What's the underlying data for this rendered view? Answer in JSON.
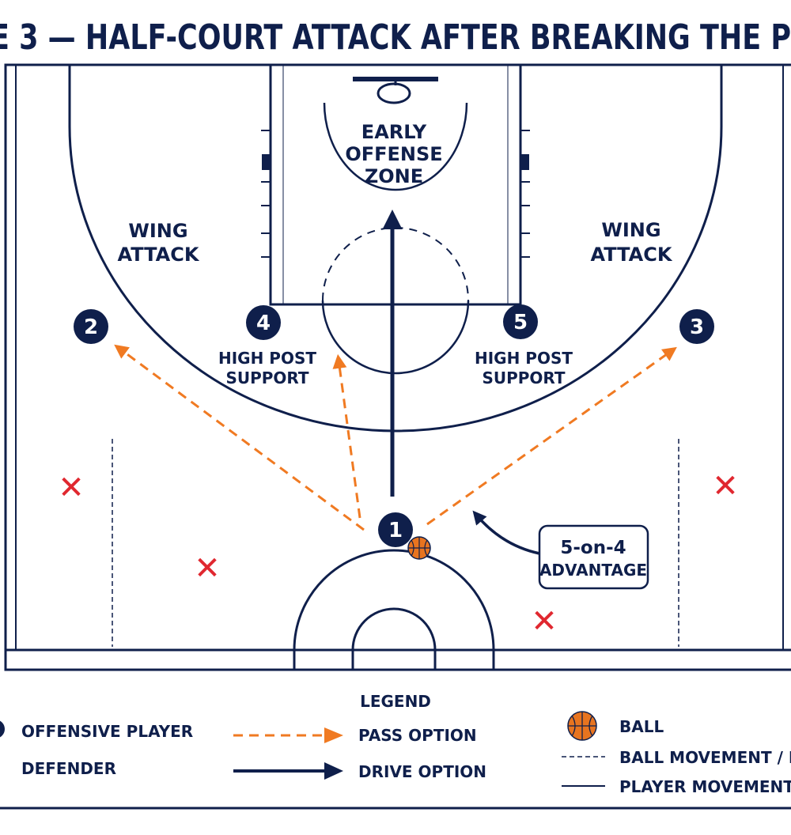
{
  "title": "E 3 — HALF-COURT ATTACK AFTER BREAKING THE P",
  "colors": {
    "navy": "#0f1f4b",
    "orange": "#f07a22",
    "red": "#e0272f",
    "ball": "#e8741f",
    "background": "#ffffff"
  },
  "zones": {
    "early_offense": [
      "EARLY",
      "OFFENSE",
      "ZONE"
    ],
    "wing_left": [
      "WING",
      "ATTACK"
    ],
    "wing_right": [
      "WING",
      "ATTACK"
    ],
    "high_post_left": [
      "HIGH POST",
      "SUPPORT"
    ],
    "high_post_right": [
      "HIGH POST",
      "SUPPORT"
    ]
  },
  "players": [
    {
      "number": "1",
      "role": "ball-handler"
    },
    {
      "number": "2",
      "role": "left-wing"
    },
    {
      "number": "3",
      "role": "right-wing"
    },
    {
      "number": "4",
      "role": "left-high-post"
    },
    {
      "number": "5",
      "role": "right-high-post"
    }
  ],
  "defenders": {
    "count": 4,
    "symbol": "✕"
  },
  "callout": [
    "5-on-4",
    "ADVANTAGE"
  ],
  "legend": {
    "title": "LEGEND",
    "items": [
      {
        "icon": "offensive-player-icon",
        "label": "OFFENSIVE PLAYER"
      },
      {
        "icon": "defender-icon",
        "label": "DEFENDER"
      },
      {
        "icon": "pass-arrow-icon",
        "label": "PASS OPTION"
      },
      {
        "icon": "drive-arrow-icon",
        "label": "DRIVE OPTION"
      },
      {
        "icon": "basketball-icon",
        "label": "BALL"
      },
      {
        "icon": "dashed-line-icon",
        "label": "BALL MOVEMENT / PASS"
      },
      {
        "icon": "solid-line-icon",
        "label": "PLAYER MOVEMENT / DRIV"
      }
    ]
  }
}
